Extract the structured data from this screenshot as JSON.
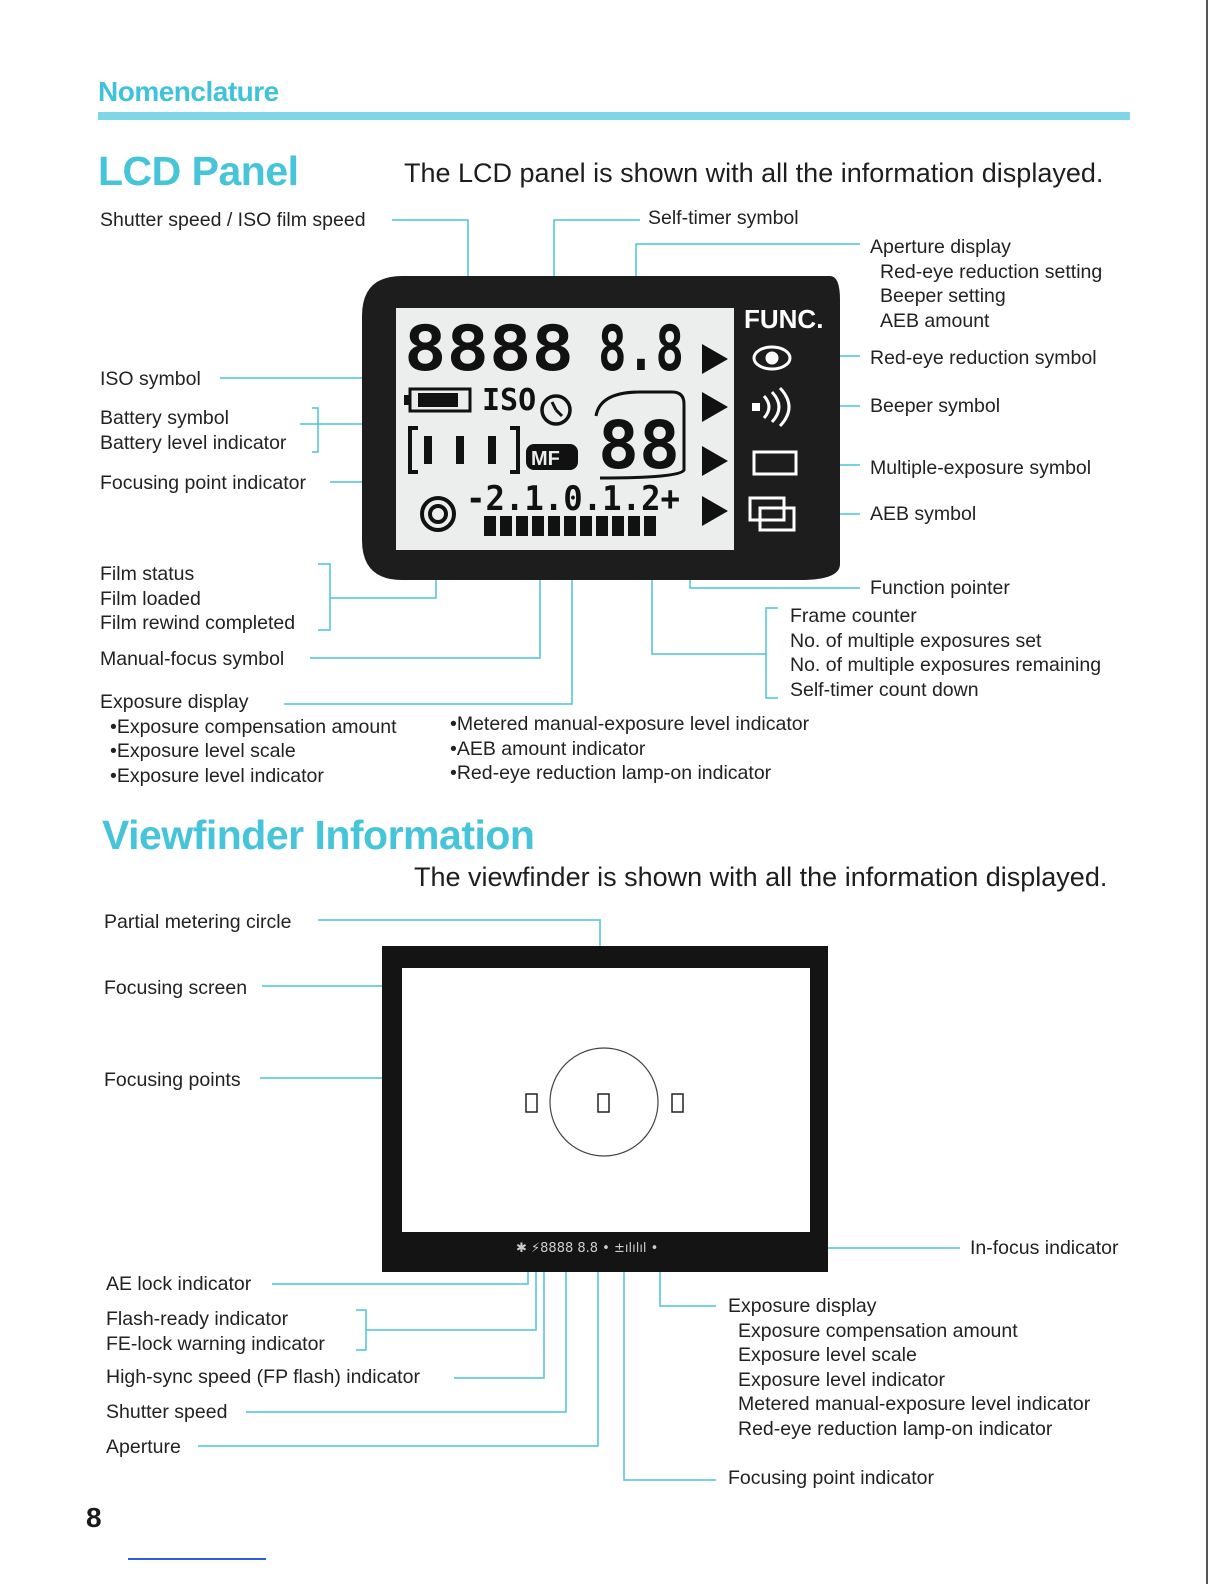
{
  "header": {
    "section": "Nomenclature"
  },
  "lcd": {
    "title": "LCD Panel",
    "intro": "The LCD panel is shown with all the information displayed.",
    "display": {
      "shutter_digits": "8888",
      "aperture_digits": "8.8",
      "iso": "ISO",
      "mf": "MF",
      "frame_digits": "88",
      "scale": "-2.1.0.1.2+",
      "func": "FUNC."
    },
    "labels": {
      "shutter_speed": "Shutter speed / ISO film speed",
      "self_timer": "Self-timer symbol",
      "aperture": [
        "Aperture display",
        "Red-eye reduction setting",
        "Beeper setting",
        "AEB amount"
      ],
      "iso_symbol": "ISO symbol",
      "battery": [
        "Battery symbol",
        "Battery level indicator"
      ],
      "focusing_point": "Focusing point indicator",
      "redeye_symbol": "Red-eye reduction symbol",
      "beeper_symbol": "Beeper symbol",
      "multiple_exposure": "Multiple-exposure symbol",
      "aeb_symbol": "AEB symbol",
      "film": [
        "Film status",
        "Film loaded",
        "Film rewind completed"
      ],
      "function_pointer": "Function pointer",
      "frame_counter": [
        "Frame counter",
        "No. of multiple exposures set",
        "No. of multiple exposures remaining",
        "Self-timer count down"
      ],
      "manual_focus": "Manual-focus symbol",
      "exposure_display": "Exposure display",
      "exposure_left": [
        "Exposure compensation amount",
        "Exposure level scale",
        "Exposure level indicator"
      ],
      "exposure_right": [
        "Metered manual-exposure level indicator",
        "AEB amount indicator",
        "Red-eye reduction lamp-on indicator"
      ]
    }
  },
  "viewfinder": {
    "title": "Viewfinder Information",
    "intro": "The viewfinder is shown with all the information displayed.",
    "labels": {
      "partial_metering": "Partial metering circle",
      "focusing_screen": "Focusing screen",
      "focusing_points": "Focusing points",
      "in_focus": "In-focus indicator",
      "ae_lock": "AE lock indicator",
      "flash": [
        "Flash-ready indicator",
        "FE-lock warning indicator"
      ],
      "high_sync": "High-sync speed (FP flash) indicator",
      "shutter_speed": "Shutter speed",
      "aperture": "Aperture",
      "exposure_display": [
        "Exposure display",
        "Exposure compensation amount",
        "Exposure level scale",
        "Exposure level indicator",
        "Metered manual-exposure level indicator",
        "Red-eye reduction lamp-on indicator"
      ],
      "focusing_point_indicator": "Focusing point indicator"
    },
    "info_strip": "✱ ⚡8888  8.8 • ±ılılıl •"
  },
  "page_number": "8"
}
